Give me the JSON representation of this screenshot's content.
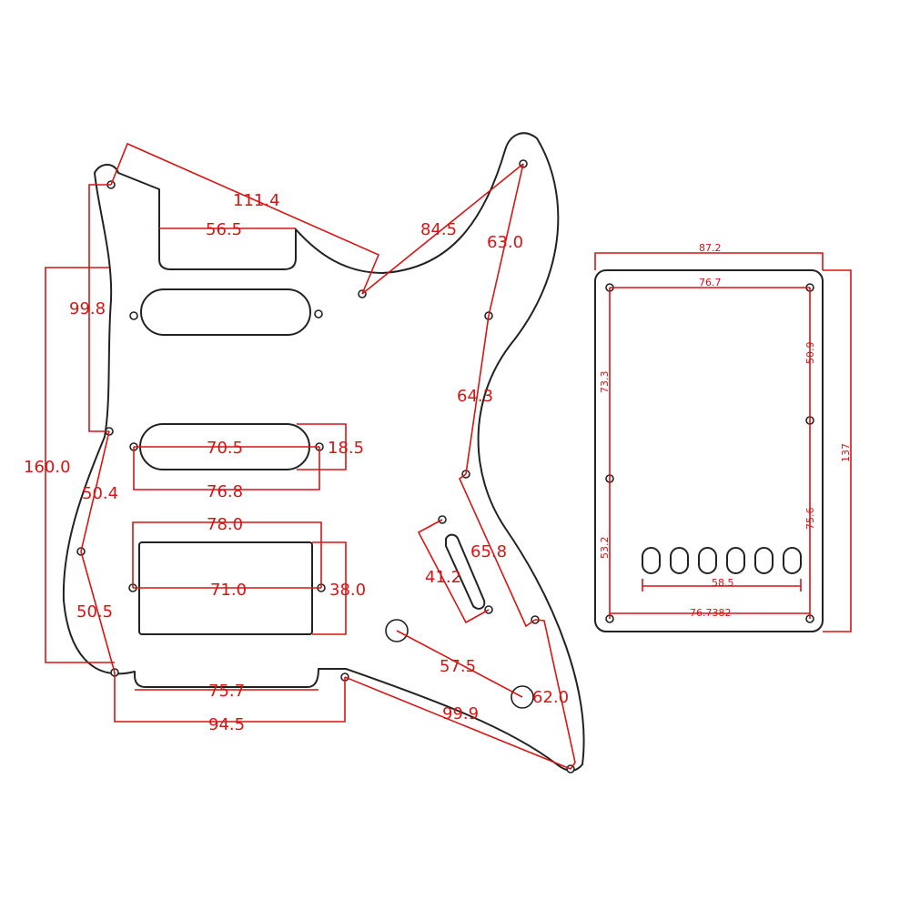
{
  "colors": {
    "outline": "#222222",
    "dimension": "#d91414",
    "background": "#ffffff"
  },
  "pickguard": {
    "dimensions": {
      "d_111_4": "111.4",
      "d_84_5": "84.5",
      "d_63_0": "63.0",
      "d_56_5": "56.5",
      "d_99_8": "99.8",
      "d_64_3": "64.3",
      "d_70_5": "70.5",
      "d_18_5": "18.5",
      "d_160_0": "160.0",
      "d_50_4": "50.4",
      "d_76_8": "76.8",
      "d_78_0": "78.0",
      "d_65_8": "65.8",
      "d_41_2": "41.2",
      "d_71_0": "71.0",
      "d_38_0": "38.0",
      "d_50_5": "50.5",
      "d_57_5": "57.5",
      "d_62_0": "62.0",
      "d_75_7": "75.7",
      "d_99_9": "99.9",
      "d_94_5": "94.5"
    }
  },
  "backplate": {
    "dimensions": {
      "width_outer": "87.2",
      "width_holes": "76.7",
      "left_upper": "73.3",
      "left_lower": "53.2",
      "right_upper": "50.9",
      "right_lower": "75.6",
      "height": "137",
      "slots_span": "58.5",
      "bottom_holes": "76.7382"
    }
  }
}
